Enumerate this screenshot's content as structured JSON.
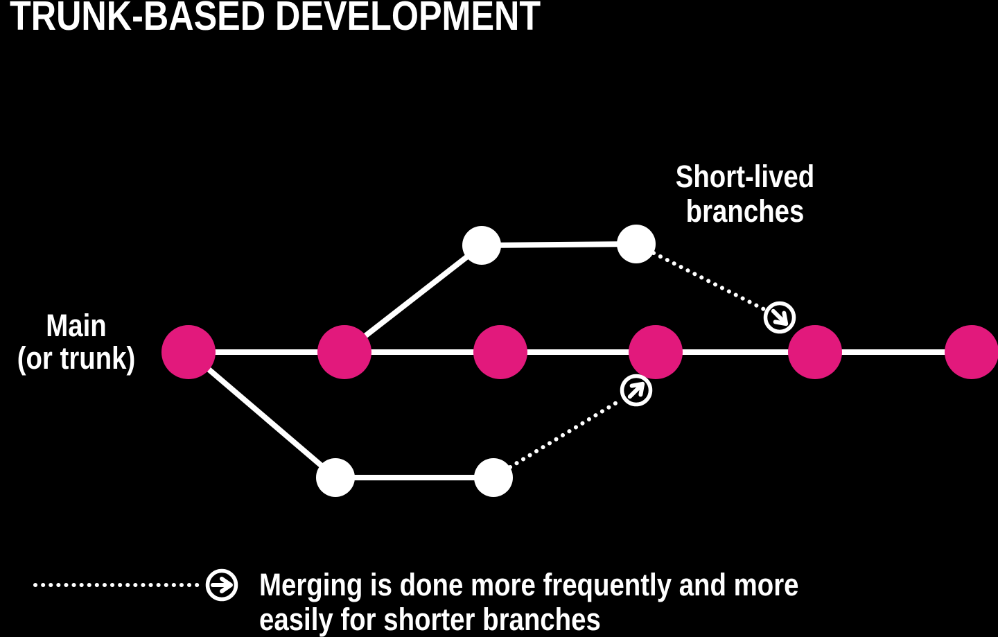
{
  "title": "TRUNK-BASED DEVELOPMENT",
  "colors": {
    "background": "#000000",
    "trunk_commit_pink": "#E2197C",
    "branch_commit_white": "#FFFFFF",
    "line_white": "#FFFFFF",
    "text_white": "#FFFFFF"
  },
  "labels": {
    "main_branch": {
      "line1": "Main",
      "line2": "(or trunk)"
    },
    "short_lived": {
      "line1": "Short-lived",
      "line2": "branches"
    }
  },
  "legend": {
    "icon": "merge-arrow-circle-icon",
    "line1": "Merging is done more frequently and more",
    "line2": "easily for shorter branches"
  },
  "diagram": {
    "type": "git-branching-diagram",
    "trunk": {
      "label": "Main (or trunk)",
      "commit_count": 6,
      "commit_color": "#E2197C"
    },
    "branches": [
      {
        "label": "Short-lived branches",
        "position": "above-trunk",
        "commit_count": 2,
        "branches_from_trunk_commit": 2,
        "merges_into_trunk_before_commit": 5,
        "merge_arrow_direction": "down-right"
      },
      {
        "label": "Short-lived branches",
        "position": "below-trunk",
        "commit_count": 2,
        "branches_from_trunk_commit": 1,
        "merges_into_trunk_before_commit": 4,
        "merge_arrow_direction": "up-right"
      }
    ],
    "merge_note": "Merging is done more frequently and more easily for shorter branches"
  }
}
